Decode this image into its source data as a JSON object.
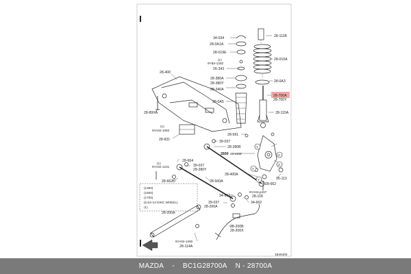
{
  "diagram": {
    "frame_code": "1B45400",
    "highlight_color": "#f4a6a6",
    "labels": {
      "p28111B": "28-111B",
      "p34034": "34-034",
      "p280A1A": "28-0A1A",
      "p28010A": "28-010A",
      "p28019E": "28-019E",
      "p9YB4120Z": "9YB4-120Z",
      "p26343": "26-343",
      "p280A3": "28-0A3",
      "p28400": "28-400",
      "p28380A": "28-380A",
      "p28380Y": "28-380Y",
      "p28340A": "28-340A",
      "p28700A": "28-700A",
      "p28700Y": "28-700Y",
      "p280A5": "28-0A5",
      "p2889XA": "28-89XA",
      "p9YA021050": "9YA02-1050",
      "p28115A": "28-115A",
      "p28591": "28-591",
      "p28831": "28-831",
      "p39037a": "39-037",
      "p28280B": "28-280B",
      "p2600": "2600",
      "p26116Z": "26-116Z",
      "p28664": "28-664",
      "p9YA021231": "9YA02-1231",
      "p39037b": "39-037",
      "p28280Y": "28-280Y",
      "p28400A": "28-400A",
      "p28662D": "28-662D",
      "p28500A": "28-500A",
      "p28662": "28-662",
      "p26113": "26-113",
      "p34662a": "34-662",
      "p9YA021207": "9YA02-1207",
      "p28118": "28-118",
      "p34662b": "34-662",
      "p39037c": "39-037",
      "p28200A": "28-200A",
      "p28200B": "28-200B",
      "p28200X": "28-200X",
      "p9YA021280": "9YA02-1280",
      "p28114A": "28-114A",
      "p28200Ab": "28-200A",
      "ref1a": "(1)",
      "ref1b": "(1)",
      "ref1c": "(1)",
      "zA": "Z",
      "zB": "Z",
      "yA": "Y",
      "yB": "Y",
      "yC": "Y"
    },
    "legend": {
      "line1": "(1300)",
      "line2": "(1500)",
      "line3": "(1700)",
      "line4": "(5.5J×14 DISC WHEEL)",
      "line5": "(1)"
    }
  },
  "footer": {
    "brand": "MAZDA",
    "part_number": "BC1G28700A",
    "code": "N - 28700A"
  }
}
